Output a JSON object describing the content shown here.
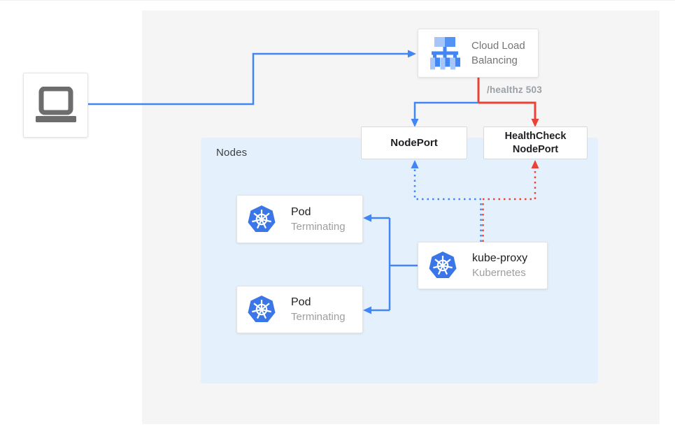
{
  "colors": {
    "arrow_blue": "#4285F4",
    "arrow_red": "#EA4335",
    "panel_background": "#F5F5F6",
    "nodes_background": "#E4F1FC",
    "kubernetes_blue": "#3B76E8",
    "laptop_gray": "#6D6D6D",
    "text_dark": "#202124",
    "text_gray": "#757575",
    "text_light_gray": "#9AA0A6"
  },
  "client": {
    "icon": "laptop-icon"
  },
  "load_balancer": {
    "label": "Cloud Load Balancing",
    "icon": "cloud-load-balancing-icon"
  },
  "healthz_label": "/healthz 503",
  "nodeport": {
    "label": "NodePort"
  },
  "healthcheck_nodeport": {
    "label": "HealthCheck NodePort"
  },
  "nodes_panel": {
    "label": "Nodes"
  },
  "pods": [
    {
      "title": "Pod",
      "subtitle": "Terminating",
      "icon": "kubernetes-icon"
    },
    {
      "title": "Pod",
      "subtitle": "Terminating",
      "icon": "kubernetes-icon"
    }
  ],
  "kube_proxy": {
    "title": "kube-proxy",
    "subtitle": "Kubernetes",
    "icon": "kubernetes-icon"
  },
  "edges": [
    {
      "name": "client-to-load-balancer",
      "style": "solid",
      "color": "blue"
    },
    {
      "name": "load-balancer-to-nodeport",
      "style": "solid",
      "color": "blue"
    },
    {
      "name": "load-balancer-to-healthcheck-nodeport",
      "style": "solid",
      "color": "red",
      "label": "/healthz 503"
    },
    {
      "name": "kube-proxy-to-nodeport",
      "style": "dotted",
      "color": "blue"
    },
    {
      "name": "kube-proxy-to-healthcheck-nodeport",
      "style": "dotted",
      "color": "red"
    },
    {
      "name": "kube-proxy-to-pod-1",
      "style": "solid",
      "color": "blue"
    },
    {
      "name": "kube-proxy-to-pod-2",
      "style": "solid",
      "color": "blue"
    }
  ]
}
